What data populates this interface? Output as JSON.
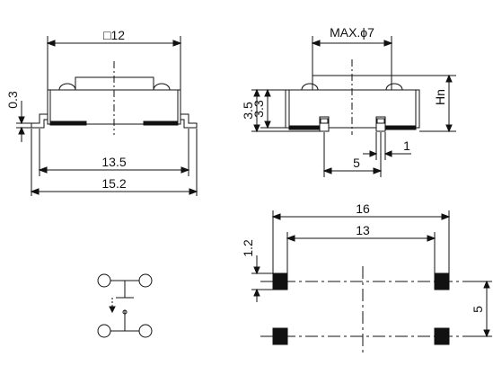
{
  "dimensions": {
    "top_width": "□12",
    "leg_height": "0.3",
    "width_13_5": "13.5",
    "width_15_2": "15.2",
    "max_diameter": "MAX.ϕ7",
    "height_3_5": "3.5",
    "height_3_3": "3.3",
    "height_hn": "Hn",
    "pin_width": "1",
    "pin_pitch": "5",
    "pad_outer": "16",
    "pad_inner": "13",
    "pad_size": "1.2",
    "pad_vertical": "5"
  }
}
